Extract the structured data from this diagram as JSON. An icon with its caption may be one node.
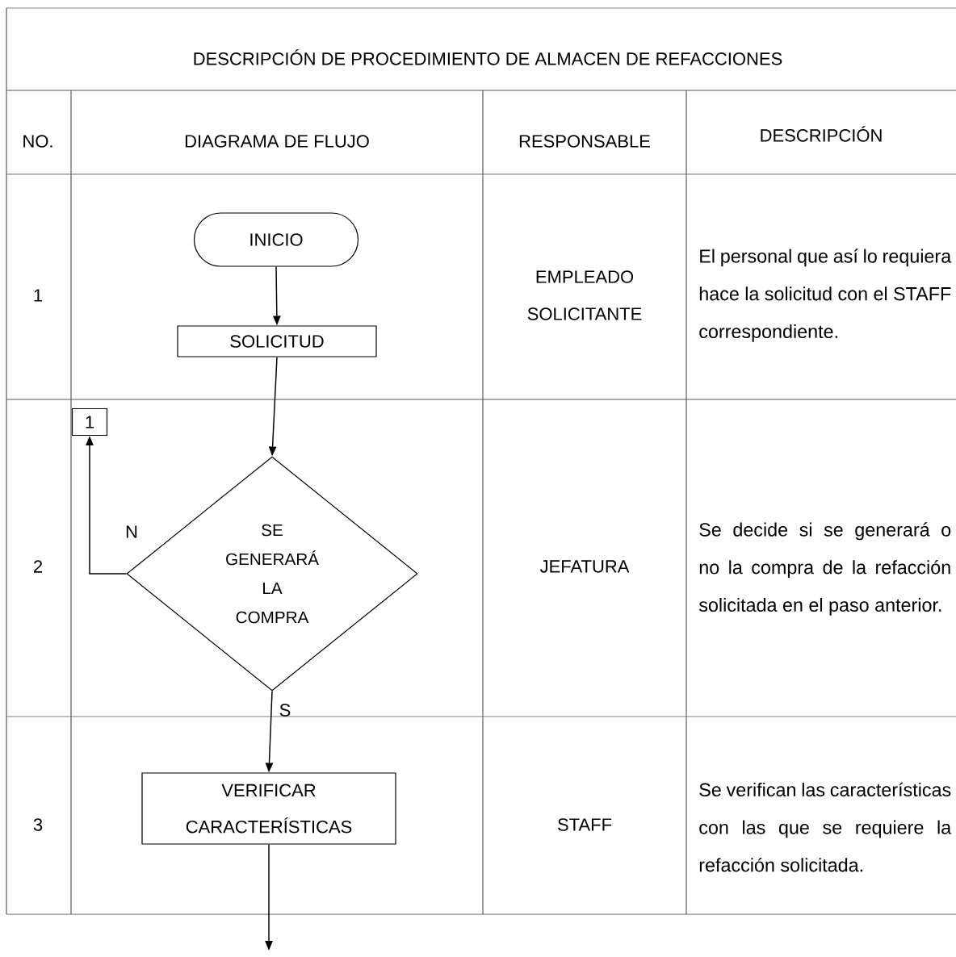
{
  "diagram": {
    "title": "DESCRIPCIÓN DE PROCEDIMIENTO DE ALMACEN DE REFACCIONES",
    "nodes": [
      {
        "text": [
          "INICIO"
        ]
      },
      {
        "text": [
          "SOLICITUD"
        ]
      },
      {
        "text": [
          "1"
        ]
      },
      {
        "text": [
          "SE GENERARÁ LA COMPRA"
        ]
      },
      {
        "text": [
          "VERIFICAR CARACTERÍSTICAS"
        ]
      }
    ],
    "edges": [
      {
        "from": 0,
        "to": 1,
        "arrow": "to"
      },
      {
        "from": 1,
        "to": 3,
        "arrow": "to"
      },
      {
        "from": 3,
        "to": 2,
        "arrow": "to",
        "label": "N"
      },
      {
        "from": 3,
        "to": 4,
        "arrow": "to",
        "label": "S"
      },
      {
        "from": 4,
        "to": null,
        "arrow": "to"
      }
    ],
    "labels": [
      "NO.",
      "DIAGRAMA DE FLUJO",
      "RESPONSABLE",
      "DESCRIPCIÓN",
      "1",
      "EMPLEADO SOLICITANTE",
      "El personal que así lo requiera hace la solicitud con el STAFF correspondiente.",
      "2",
      "JEFATURA",
      "Se decide si se generará o no la compra de la refacción solicitada en el paso anterior.",
      "3",
      "STAFF",
      "Se verifican las características con las que se requiere la refacción solicitada."
    ]
  }
}
